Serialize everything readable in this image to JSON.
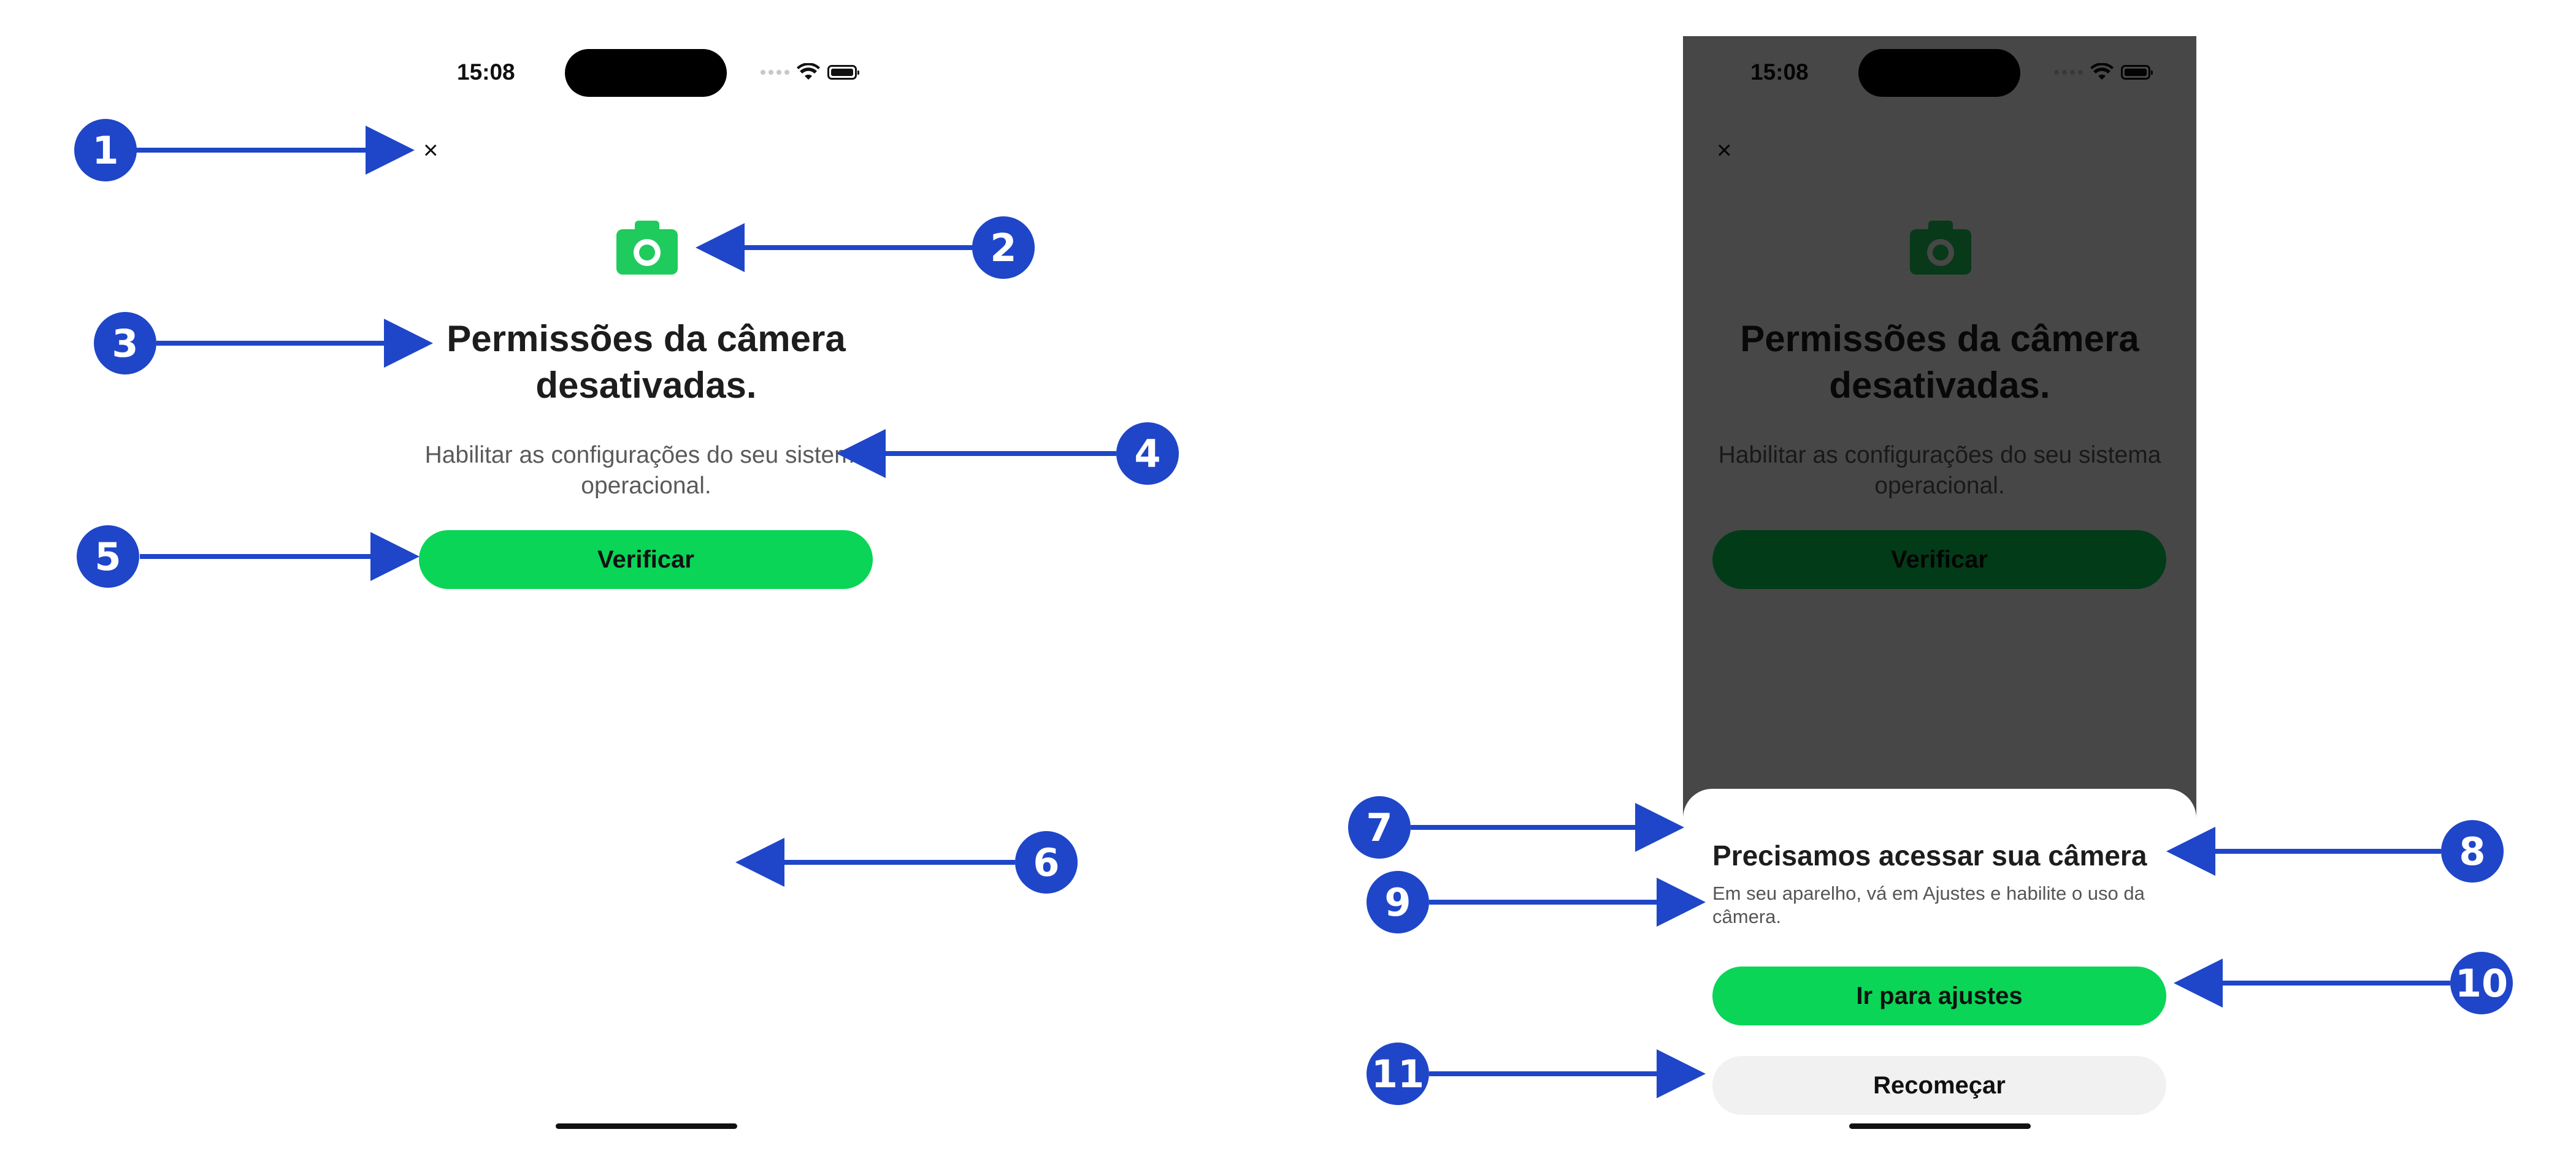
{
  "status_bar": {
    "time": "15:08"
  },
  "screen_main": {
    "close_glyph": "×",
    "title": "Permissões da câmera desativadas.",
    "subtitle": "Habilitar as configurações do seu sistema operacional.",
    "verify_button": "Verificar"
  },
  "sheet": {
    "title": "Precisamos acessar sua câmera",
    "text": "Em seu aparelho, vá em Ajustes e habilite o uso da câmera.",
    "settings_button": "Ir para ajustes",
    "restart_button": "Recomeçar"
  },
  "annotations": [
    "1",
    "2",
    "3",
    "4",
    "5",
    "6",
    "7",
    "8",
    "9",
    "10",
    "11"
  ],
  "colors": {
    "accent_green": "#0ad557",
    "icon_green": "#1fcb5c",
    "annotation_blue": "#1f46c9",
    "overlay": "#4a4a4a"
  },
  "icons": [
    "close-icon",
    "camera-icon",
    "wifi-icon",
    "battery-icon",
    "signal-icon"
  ]
}
